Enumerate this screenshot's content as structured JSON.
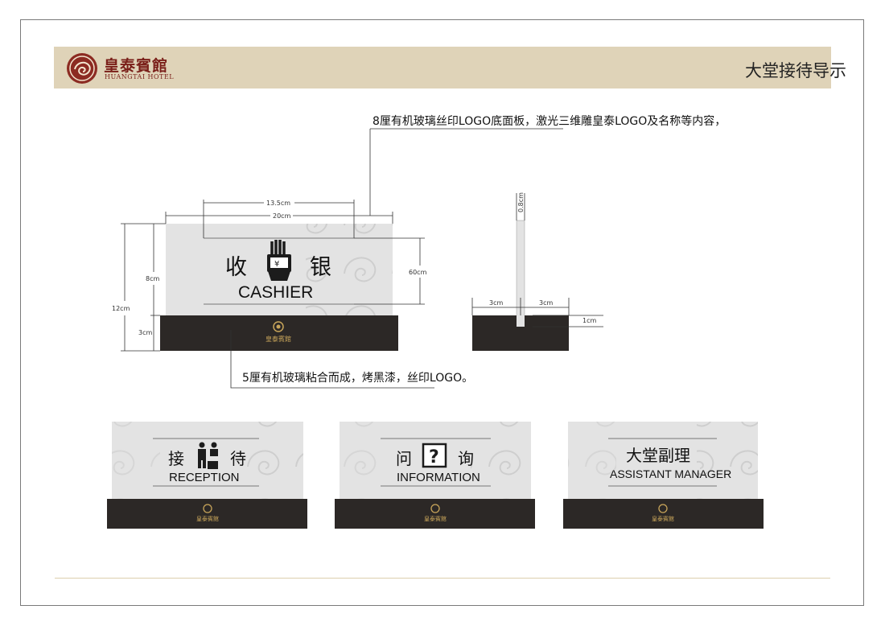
{
  "header": {
    "brand_cn": "皇泰賓館",
    "brand_en": "HUANGTAI HOTEL",
    "title": "大堂接待导示"
  },
  "notes": {
    "top": "8厘有机玻璃丝印LOGO底面板，激光三维雕皇泰LOGO及名称等内容，",
    "bottom": "5厘有机玻璃粘合而成，烤黑漆，丝印LOGO。"
  },
  "dimensions": {
    "inner_width": "13.5cm",
    "total_width": "20cm",
    "panel_height": "8cm",
    "total_height": "12cm",
    "base_height": "3cm",
    "logo_height": "60cm",
    "side_thickness": "0.8cm",
    "side_left": "3cm",
    "side_right": "3cm",
    "side_slot": "1cm"
  },
  "signs": {
    "cashier": {
      "cn_left": "收",
      "cn_right": "银",
      "en": "CASHIER",
      "symbol": "¥"
    },
    "reception": {
      "cn_left": "接",
      "cn_right": "待",
      "en": "RECEPTION"
    },
    "information": {
      "cn_left": "问",
      "cn_right": "询",
      "en": "INFORMATION",
      "symbol": "?"
    },
    "assistant": {
      "cn": "大堂副理",
      "en": "ASSISTANT MANAGER"
    }
  },
  "base_logo_cn": "皇泰賓館",
  "colors": {
    "header_bg": "#dfd3b8",
    "base_dark": "#2c2826",
    "panel_gray": "#d9d9d9",
    "logo_red": "#8c2b22",
    "logo_gold": "#c8a55a"
  },
  "icons": [
    "hotel-logo-icon",
    "cashier-icon",
    "reception-icon",
    "information-icon"
  ]
}
